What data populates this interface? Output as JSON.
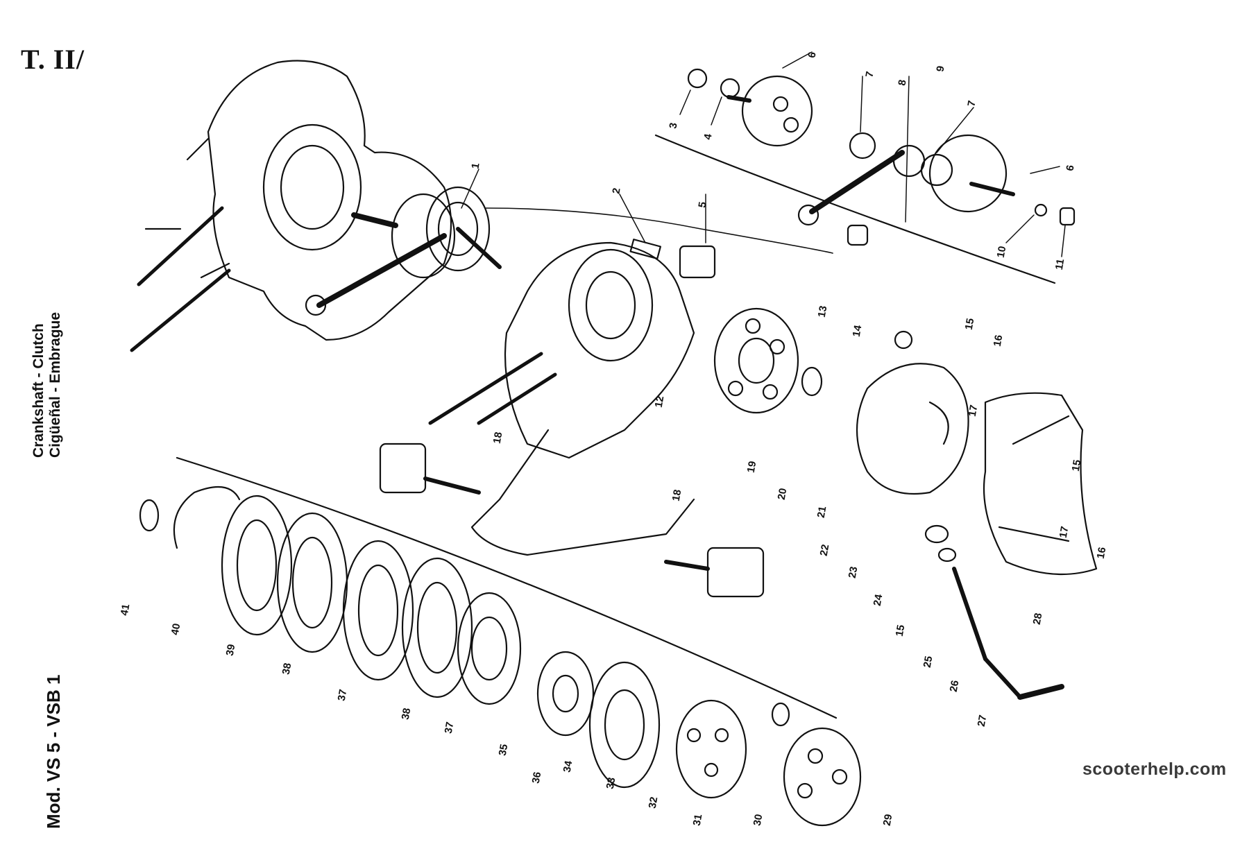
{
  "plate_code": "T. II/",
  "side_title": {
    "line1": "Crankshaft - Clutch",
    "line2": "Cigüeñal - Embrague"
  },
  "model": "Mod. VS 5 - VSB 1",
  "watermark": "scooterhelp.com",
  "callouts": [
    "1",
    "2",
    "3",
    "4",
    "5",
    "6",
    "6",
    "7",
    "7",
    "8",
    "9",
    "10",
    "11",
    "12",
    "13",
    "14",
    "15",
    "15",
    "15",
    "16",
    "16",
    "17",
    "17",
    "18",
    "18",
    "19",
    "20",
    "21",
    "22",
    "23",
    "24",
    "25",
    "26",
    "27",
    "28",
    "29",
    "30",
    "31",
    "32",
    "33",
    "34",
    "35",
    "36",
    "37",
    "37",
    "38",
    "38",
    "39",
    "40",
    "41"
  ]
}
